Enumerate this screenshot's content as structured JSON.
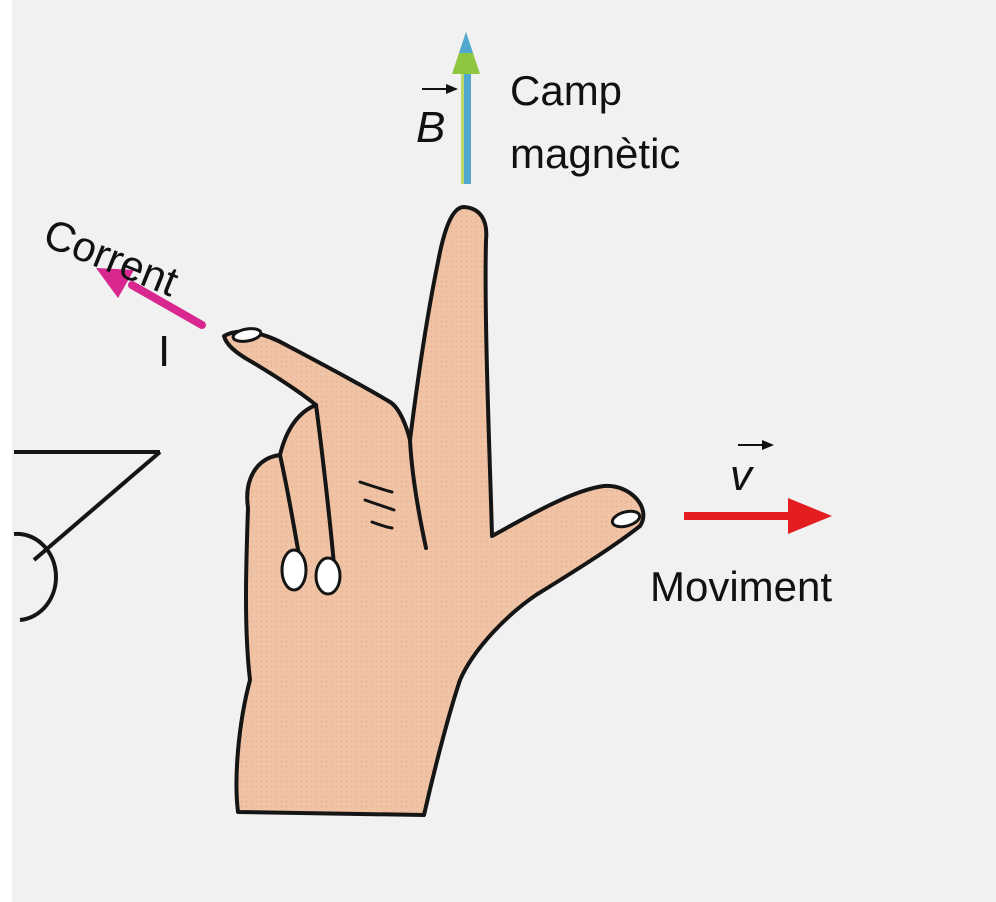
{
  "labels": {
    "camp_line1": "Camp",
    "camp_line2": "magnètic",
    "b_symbol": "B",
    "corrent": "Corrent",
    "i_symbol": "I",
    "v_symbol": "v",
    "moviment": "Moviment"
  },
  "colors": {
    "page_background": "#f1f1f1",
    "current_arrow": "#d8288f",
    "movement_arrow": "#e41e20",
    "field_arrow_shaft": "#52a9d0",
    "field_arrow_head": "#8ec63f",
    "hand_fill": "#f0c3a5",
    "hand_outline": "#151515"
  },
  "icons": {
    "hand": "right-hand-rule-icon",
    "field_arrow": "arrow-up-icon",
    "current_arrow": "arrow-up-left-icon",
    "movement_arrow": "arrow-right-icon",
    "vector_marker": "vector-arrow-icon"
  }
}
